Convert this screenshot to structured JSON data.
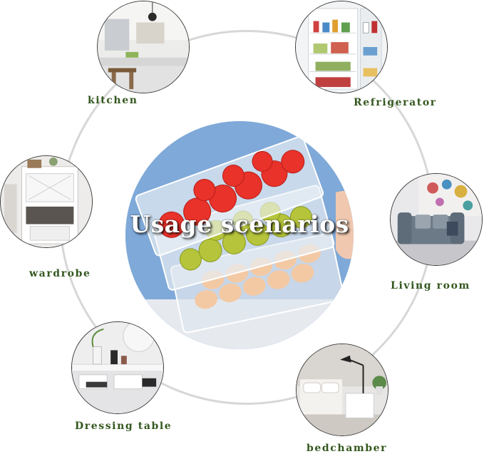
{
  "center": {
    "title": "Usage scenarios",
    "image_icon": "clear-stacked-drawers-photo"
  },
  "scenarios": [
    {
      "key": "kitchen",
      "label": "kitchen",
      "image_icon": "kitchen-photo"
    },
    {
      "key": "refrigerator",
      "label": "Refrigerator",
      "image_icon": "refrigerator-photo"
    },
    {
      "key": "wardrobe",
      "label": "wardrobe",
      "image_icon": "wardrobe-photo"
    },
    {
      "key": "living-room",
      "label": "Living room",
      "image_icon": "living-room-photo"
    },
    {
      "key": "dressing-table",
      "label": "Dressing table",
      "image_icon": "dressing-table-photo"
    },
    {
      "key": "bedchamber",
      "label": "bedchamber",
      "image_icon": "bedchamber-photo"
    }
  ],
  "colors": {
    "label_text": "#33571e",
    "ring": "#d7d7d7",
    "center_background": "#7fa9d8"
  }
}
